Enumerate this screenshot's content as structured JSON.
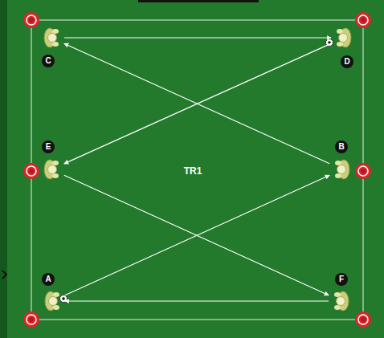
{
  "diagram": {
    "nodes": [
      {
        "text": [
          "C"
        ]
      },
      {
        "text": [
          "D"
        ]
      },
      {
        "text": [
          "E"
        ]
      },
      {
        "text": [
          "B"
        ]
      },
      {
        "text": [
          "A"
        ]
      },
      {
        "text": [
          "F"
        ]
      }
    ],
    "edges": [
      {
        "from": 0,
        "to": 1,
        "arrow": "to"
      },
      {
        "from": 1,
        "to": 2,
        "arrow": "to"
      },
      {
        "from": 3,
        "to": 0,
        "arrow": "to"
      },
      {
        "from": 2,
        "to": 5,
        "arrow": "to"
      },
      {
        "from": 4,
        "to": 3,
        "arrow": "to"
      },
      {
        "from": 5,
        "to": 4,
        "arrow": "to"
      }
    ],
    "labels": [
      "TR1"
    ]
  }
}
